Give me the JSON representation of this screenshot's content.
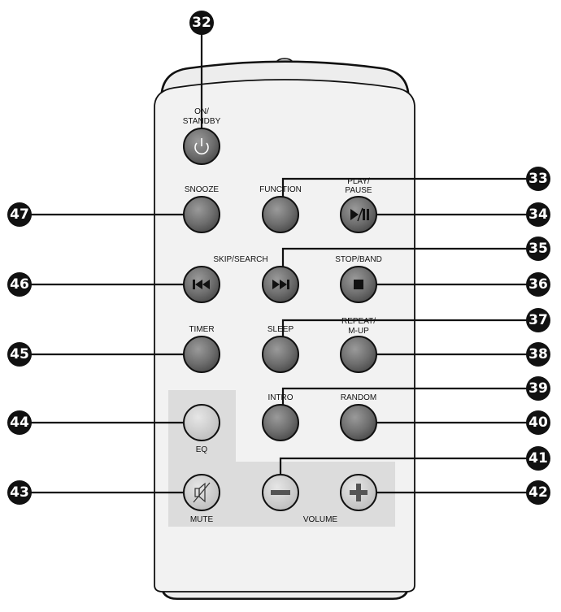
{
  "remote": {
    "labels": {
      "on_standby_1": "ON/",
      "on_standby_2": "STANDBY",
      "snooze": "SNOOZE",
      "function": "FUNCTION",
      "play_pause_1": "PLAY/",
      "play_pause_2": "PAUSE",
      "skip_search": "SKIP/SEARCH",
      "stop_band": "STOP/BAND",
      "timer": "TIMER",
      "sleep": "SLEEP",
      "repeat_1": "REPEAT/",
      "repeat_2": "M-UP",
      "intro": "INTRO",
      "random": "RANDOM",
      "eq": "EQ",
      "mute": "MUTE",
      "volume": "VOLUME"
    },
    "callouts": {
      "n32": "32",
      "n33": "33",
      "n34": "34",
      "n35": "35",
      "n36": "36",
      "n37": "37",
      "n38": "38",
      "n39": "39",
      "n40": "40",
      "n41": "41",
      "n42": "42",
      "n43": "43",
      "n44": "44",
      "n45": "45",
      "n46": "46",
      "n47": "47"
    }
  }
}
